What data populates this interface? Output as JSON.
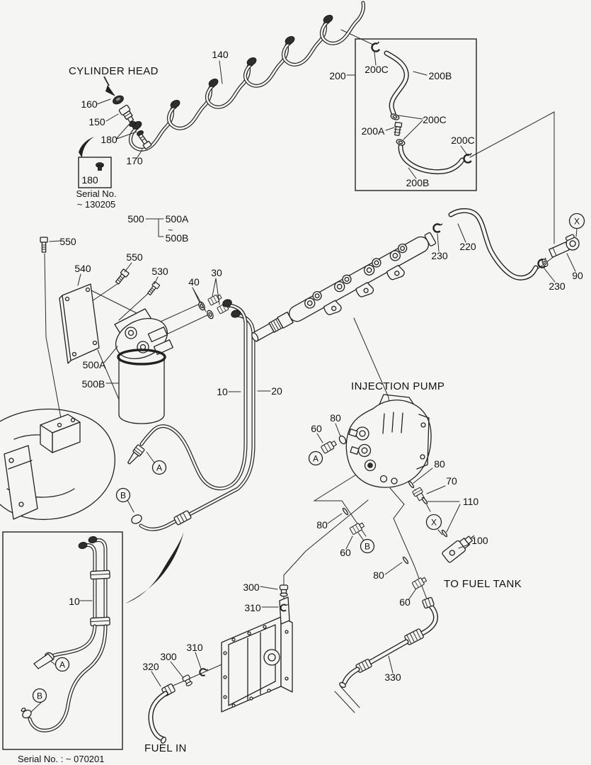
{
  "colors": {
    "background": "#f5f5f3",
    "line": "#222222",
    "text": "#111111"
  },
  "headers": {
    "cylinder_head": "CYLINDER HEAD",
    "injection_pump": "INJECTION PUMP",
    "to_fuel_tank": "TO FUEL TANK",
    "fuel_in": "FUEL IN"
  },
  "serials": {
    "inset_line1": "Serial No.",
    "inset_line2": "~ 130205",
    "bottom": "Serial No. : ~ 070201"
  },
  "refs": {
    "a": "A",
    "b": "B",
    "x": "X"
  },
  "callouts": [
    {
      "text": "160"
    },
    {
      "text": "150"
    },
    {
      "text": "180"
    },
    {
      "text": "170"
    },
    {
      "text": "180"
    },
    {
      "text": "140"
    },
    {
      "text": "200"
    },
    {
      "text": "200C"
    },
    {
      "text": "200B"
    },
    {
      "text": "200C"
    },
    {
      "text": "200A"
    },
    {
      "text": "200C"
    },
    {
      "text": "200B"
    },
    {
      "text": "220"
    },
    {
      "text": "230"
    },
    {
      "text": "230"
    },
    {
      "text": "90"
    },
    {
      "text": "500"
    },
    {
      "text": "500A"
    },
    {
      "text": "~"
    },
    {
      "text": "500B"
    },
    {
      "text": "550"
    },
    {
      "text": "540"
    },
    {
      "text": "550"
    },
    {
      "text": "530"
    },
    {
      "text": "40"
    },
    {
      "text": "30"
    },
    {
      "text": "500A"
    },
    {
      "text": "500B"
    },
    {
      "text": "10"
    },
    {
      "text": "20"
    },
    {
      "text": "60"
    },
    {
      "text": "80"
    },
    {
      "text": "80"
    },
    {
      "text": "70"
    },
    {
      "text": "110"
    },
    {
      "text": "100"
    },
    {
      "text": "80"
    },
    {
      "text": "60"
    },
    {
      "text": "80"
    },
    {
      "text": "60"
    },
    {
      "text": "330"
    },
    {
      "text": "300"
    },
    {
      "text": "310"
    },
    {
      "text": "310"
    },
    {
      "text": "300"
    },
    {
      "text": "320"
    },
    {
      "text": "10"
    }
  ]
}
